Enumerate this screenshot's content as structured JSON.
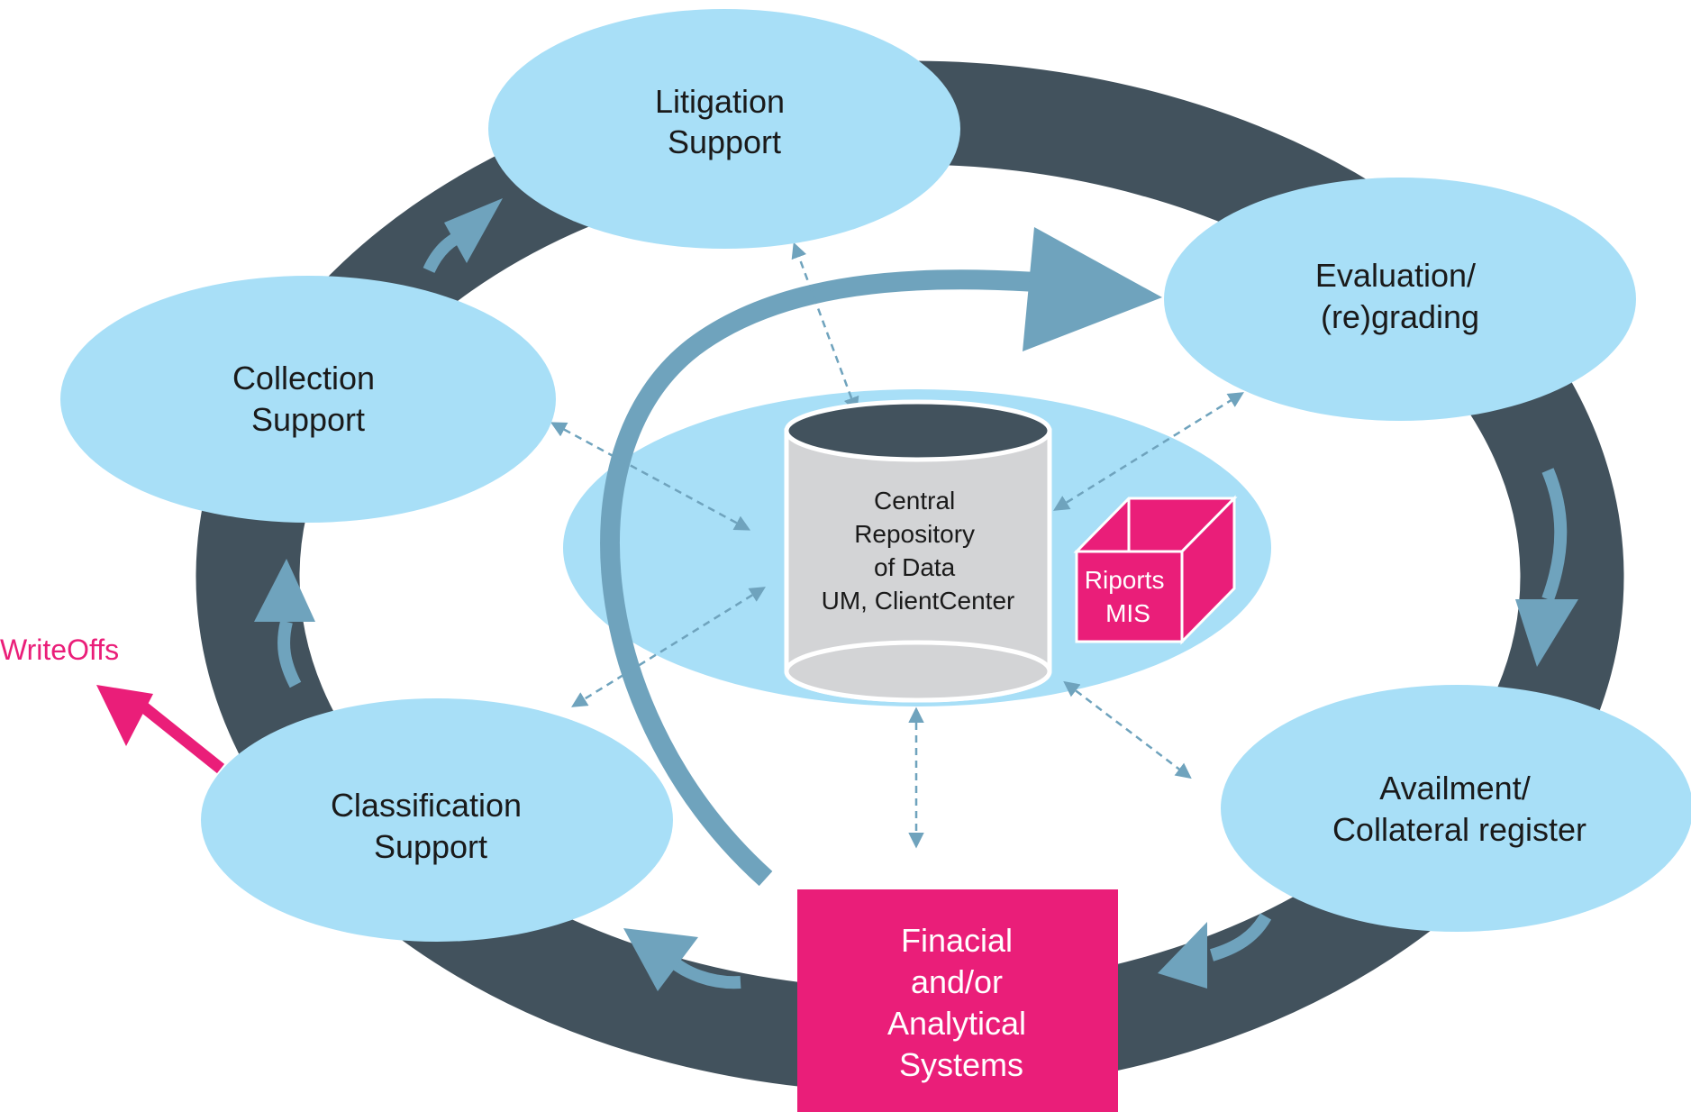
{
  "diagram": {
    "nodes": {
      "litigation": {
        "line1": "Litigation",
        "line2": "Support"
      },
      "evaluation": {
        "line1": "Evaluation/",
        "line2": "(re)grading"
      },
      "collection": {
        "line1": "Collection",
        "line2": "Support"
      },
      "classification": {
        "line1": "Classification",
        "line2": "Support"
      },
      "availment": {
        "line1": "Availment/",
        "line2": "Collateral register"
      },
      "financial": {
        "line1": "Finacial",
        "line2": "and/or",
        "line3": "Analytical",
        "line4": "Systems"
      }
    },
    "repository": {
      "line1": "Central",
      "line2": "Repository",
      "line3": "of Data",
      "line4": "UM, ClientCenter"
    },
    "reports_box": {
      "line1": "Riports",
      "line2": "MIS"
    },
    "writeoffs": "WriteOffs"
  },
  "colors": {
    "ring": "#42525d",
    "node_fill": "#a8dff7",
    "arrow_fill": "#6fa3bd",
    "accent_pink": "#ea1e79",
    "cylinder_body": "#d3d4d6",
    "cylinder_top": "#42525d"
  }
}
